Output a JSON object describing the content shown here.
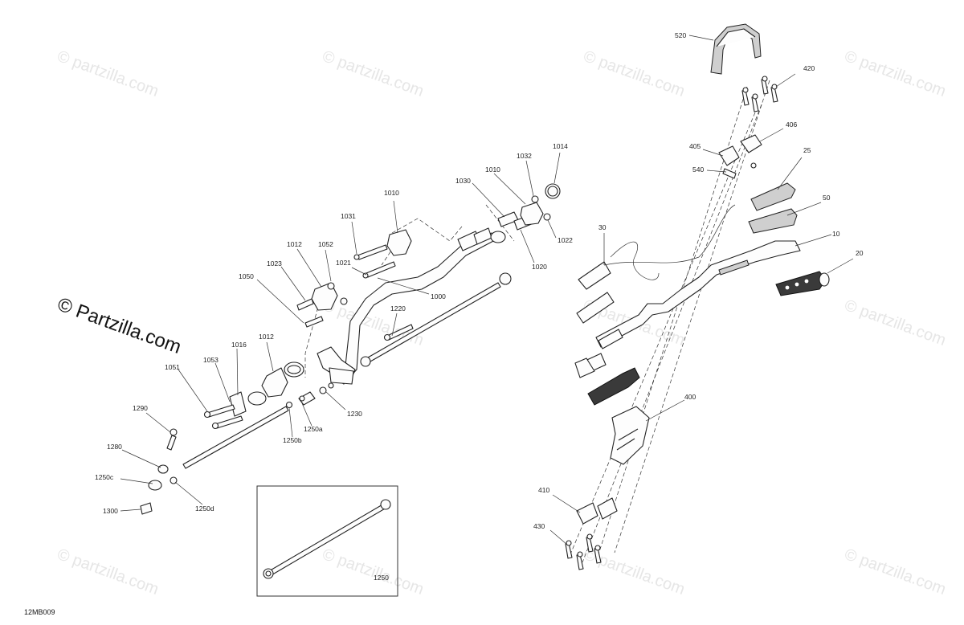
{
  "diagram_code": "12MB009",
  "watermark": {
    "faint": "© partzilla.com",
    "main": "© Partzilla.com"
  },
  "inset_label": "1250",
  "callouts": [
    "520",
    "420",
    "406",
    "405",
    "540",
    "25",
    "50",
    "10",
    "20",
    "30",
    "400",
    "410",
    "430",
    "1014",
    "1032",
    "1010",
    "1030",
    "1022",
    "1020",
    "1010",
    "1031",
    "1000",
    "1021",
    "1012",
    "1052",
    "1023",
    "1050",
    "1220",
    "1012",
    "1016",
    "1053",
    "1051",
    "1230",
    "1250a",
    "1250b",
    "1290",
    "1280",
    "1250c",
    "1250d",
    "1300"
  ]
}
